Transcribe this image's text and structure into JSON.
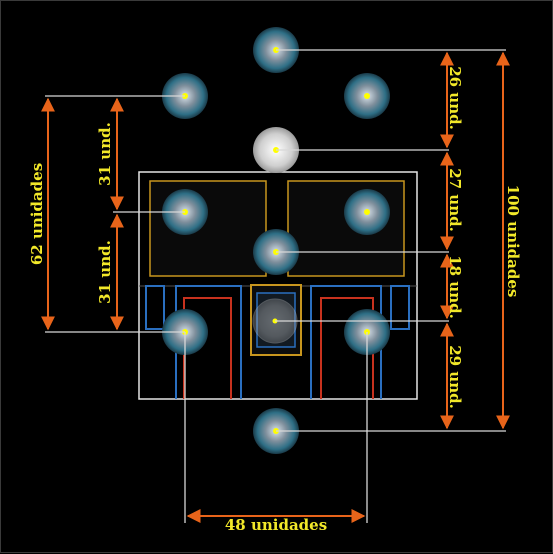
{
  "colors": {
    "background": "#000000",
    "outline": "#e6e6e6",
    "leader_line": "#d8d8d8",
    "dimension_arrow": "#e8641a",
    "dimension_text": "#f2e829",
    "module_box": "#c8961e",
    "blue_trace": "#2a6fc0",
    "red_trace": "#c8321e",
    "focus_point": "#ffff00"
  },
  "dimensions": {
    "top_gap": "26 und.",
    "second_gap": "27 und.",
    "third_gap": "18 und.",
    "bottom_gap": "29 und.",
    "total_right": "100 unidades",
    "left_upper": "31 und.",
    "left_lower": "31 und.",
    "total_left": "62 unidades",
    "horizontal": "48 unidades"
  }
}
